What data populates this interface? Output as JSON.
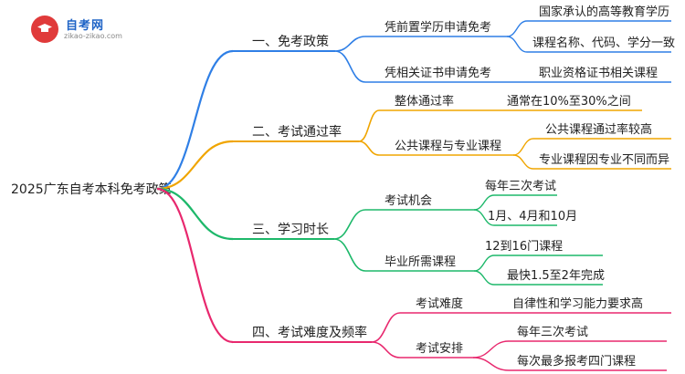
{
  "logo": {
    "name": "自考网",
    "url": "zikao-zikao.com"
  },
  "root": "2025广东自考本科免考政策",
  "branches": [
    {
      "label": "一、免考政策",
      "color": "#2f7fe6",
      "children": [
        {
          "label": "凭前置学历申请免考",
          "leaves": [
            "国家承认的高等教育学历",
            "课程名称、代码、学分一致"
          ]
        },
        {
          "label": "凭相关证书申请免考",
          "leaves": [
            "职业资格证书相关课程"
          ]
        }
      ]
    },
    {
      "label": "二、考试通过率",
      "color": "#f0a500",
      "children": [
        {
          "label": "整体通过率",
          "leaves": [
            "通常在10%至30%之间"
          ]
        },
        {
          "label": "公共课程与专业课程",
          "leaves": [
            "公共课程通过率较高",
            "专业课程因专业不同而异"
          ]
        }
      ]
    },
    {
      "label": "三、学习时长",
      "color": "#1db86a",
      "children": [
        {
          "label": "考试机会",
          "leaves": [
            "每年三次考试",
            "1月、4月和10月"
          ]
        },
        {
          "label": "毕业所需课程",
          "leaves": [
            "12到16门课程",
            "最快1.5至2年完成"
          ]
        }
      ]
    },
    {
      "label": "四、考试难度及频率",
      "color": "#e8286e",
      "children": [
        {
          "label": "考试难度",
          "leaves": [
            "自律性和学习能力要求高"
          ]
        },
        {
          "label": "考试安排",
          "leaves": [
            "每年三次考试",
            "每次最多报考四门课程"
          ]
        }
      ]
    }
  ]
}
